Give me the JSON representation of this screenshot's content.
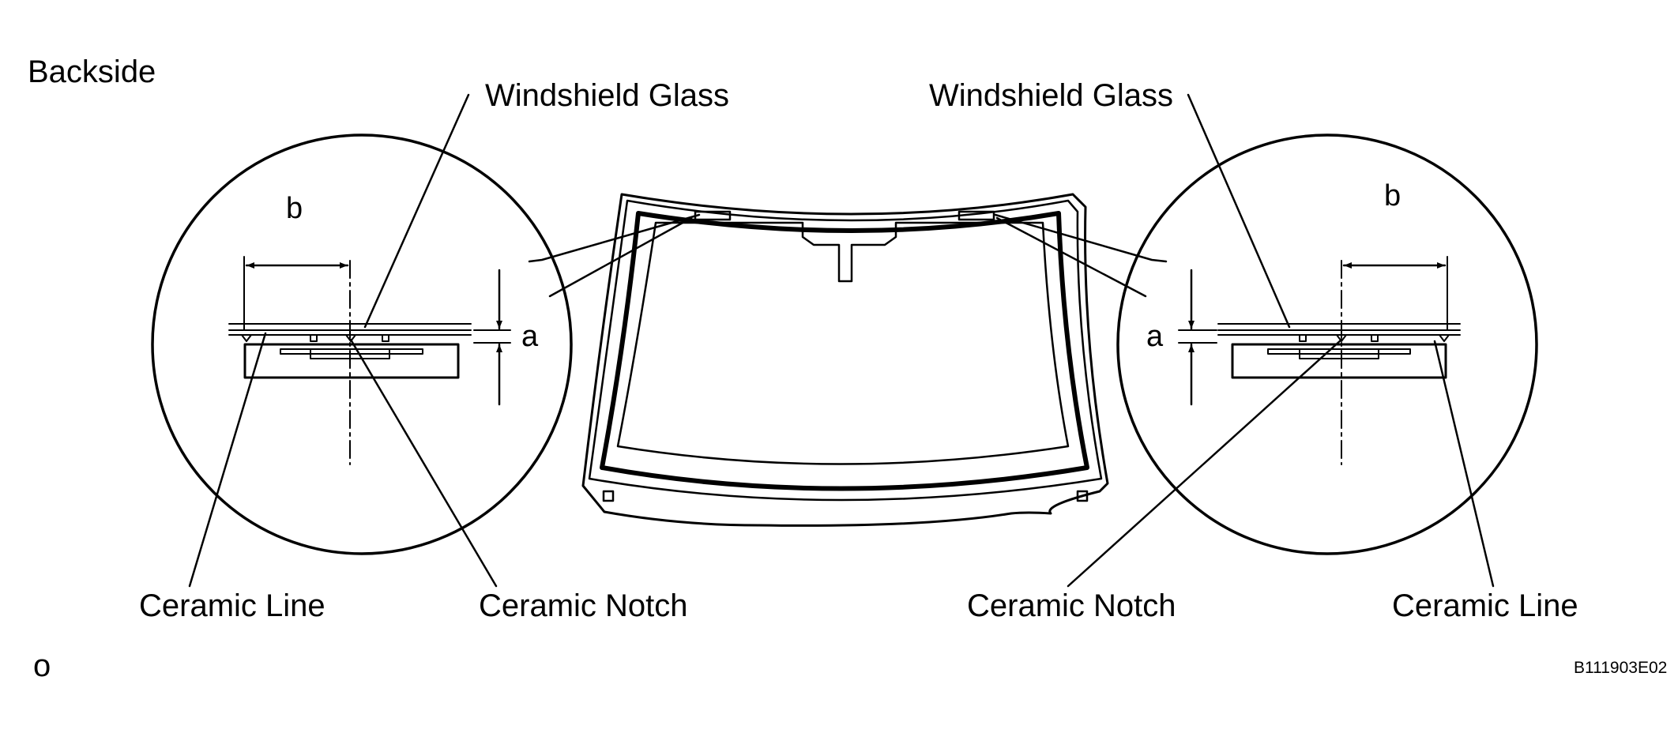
{
  "labels": {
    "backside": "Backside",
    "windshield_glass_left": "Windshield Glass",
    "windshield_glass_right": "Windshield Glass",
    "ceramic_line_left": "Ceramic Line",
    "ceramic_notch_left": "Ceramic Notch",
    "ceramic_notch_right": "Ceramic Notch",
    "ceramic_line_right": "Ceramic Line",
    "dim_a_left": "a",
    "dim_b_left": "b",
    "dim_a_right": "a",
    "dim_b_right": "b",
    "corner_mark": "o",
    "figure_code": "B111903E02"
  }
}
